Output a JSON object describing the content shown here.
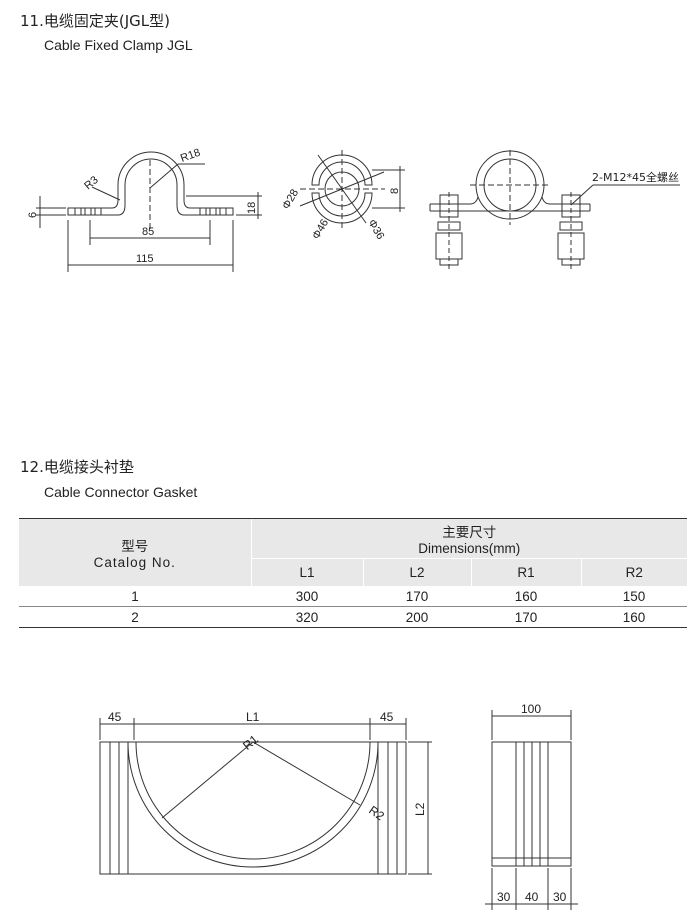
{
  "section11": {
    "title_cn": "11.电缆固定夹(JGL型)",
    "title_en": "Cable Fixed Clamp JGL",
    "dims": {
      "r3": "R3",
      "r18": "R18",
      "d6": "6",
      "d18": "18",
      "d85": "85",
      "d115": "115",
      "phi28": "Φ28",
      "phi46": "Φ46",
      "phi36": "Φ36",
      "d8": "8",
      "bolt": "2-M12*45全螺丝"
    }
  },
  "section12": {
    "title_cn": "12.电缆接头衬垫",
    "title_en": "Cable Connector Gasket",
    "table": {
      "col1_cn": "型号",
      "col1_en": "Catalog No.",
      "group_cn": "主要尺寸",
      "group_en": "Dimensions(mm)",
      "subheaders": [
        "L1",
        "L2",
        "R1",
        "R2"
      ],
      "rows": [
        [
          "1",
          "300",
          "170",
          "160",
          "150"
        ],
        [
          "2",
          "320",
          "200",
          "170",
          "160"
        ]
      ]
    },
    "dims": {
      "d45a": "45",
      "l1": "L1",
      "d45b": "45",
      "r1": "R1",
      "r2": "R2",
      "l2": "L2",
      "d100": "100",
      "d30a": "30",
      "d40": "40",
      "d30b": "30"
    }
  }
}
